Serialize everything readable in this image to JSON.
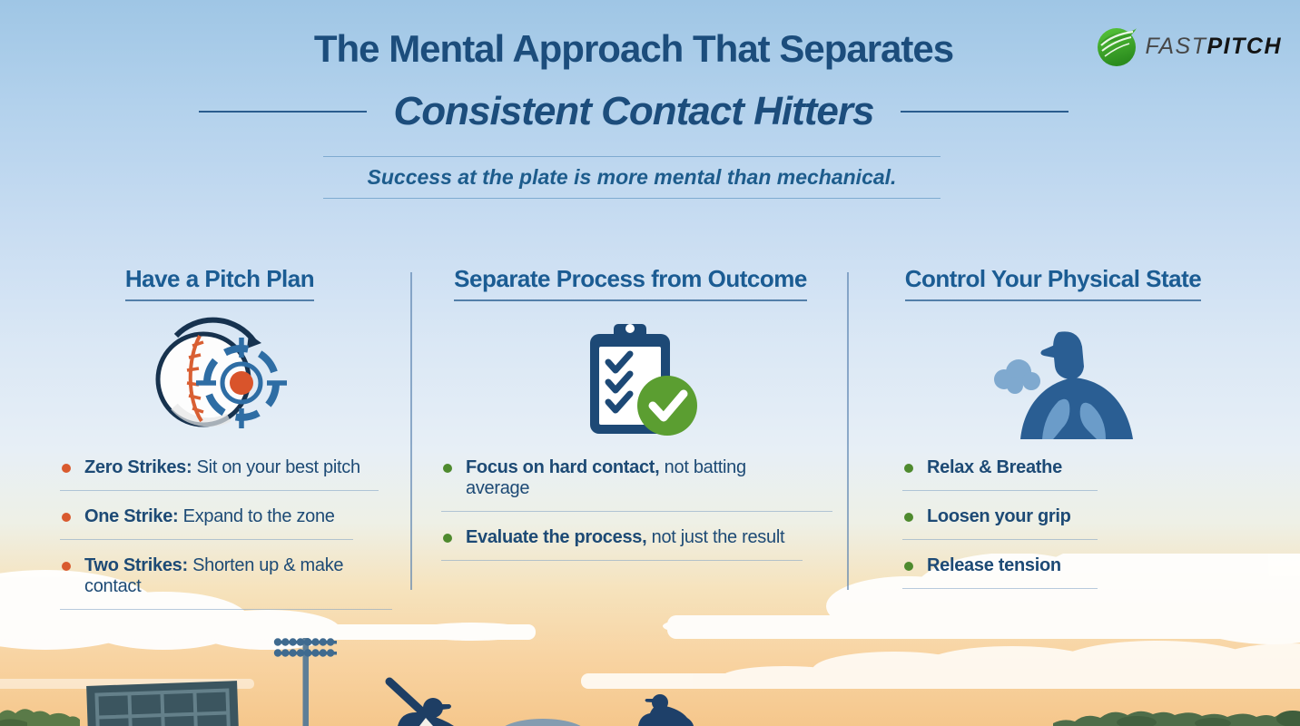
{
  "logo": {
    "icon": "green-swoosh-ball",
    "brand_first": "FAST",
    "brand_second": "PITCH"
  },
  "header": {
    "title_line1": "The Mental Approach That Separates",
    "title_line2": "Consistent Contact Hitters",
    "subtitle": "Success at the plate is more mental than mechanical."
  },
  "columns": [
    {
      "title": "Have a Pitch Plan",
      "icon": "baseball-target-icon",
      "bullet_color": "#d95a2e",
      "bullets": [
        {
          "label": "Zero Strikes:",
          "text": " Sit on your best pitch"
        },
        {
          "label": "One Strike:",
          "text": " Expand to the zone"
        },
        {
          "label": "Two Strikes:",
          "text": " Shorten up & make contact"
        }
      ]
    },
    {
      "title": "Separate Process from Outcome",
      "icon": "clipboard-check-icon",
      "bullet_color": "#4e8a2e",
      "bullets": [
        {
          "label": "Focus on hard contact,",
          "text": " not batting average"
        },
        {
          "label": "Evaluate the process,",
          "text": " not just the result"
        }
      ]
    },
    {
      "title": "Control Your Physical State",
      "icon": "breathing-player-icon",
      "bullet_color": "#4e8a2e",
      "bullets": [
        {
          "label": "Relax & Breathe",
          "text": ""
        },
        {
          "label": "Loosen your grip",
          "text": ""
        },
        {
          "label": "Release tension",
          "text": ""
        }
      ]
    }
  ],
  "scene": {
    "elements": [
      "clouds",
      "scoreboard",
      "stadium-lights",
      "pitchers-mound",
      "batter-silhouette",
      "fielder-silhouette",
      "bushes"
    ]
  },
  "colors": {
    "title_blue": "#1c4d7c",
    "header_blue": "#1b5c93",
    "body_blue": "#1d4a75",
    "orange_bullet": "#d95a2e",
    "green_bullet": "#4e8a2e",
    "logo_green": "#3fae27",
    "icon_navy": "#1d4976",
    "icon_green": "#5b9e31",
    "sky_top": "#9fc6e5",
    "sunset_orange": "#f5c78c",
    "silhouette_navy": "#1e3e64"
  }
}
